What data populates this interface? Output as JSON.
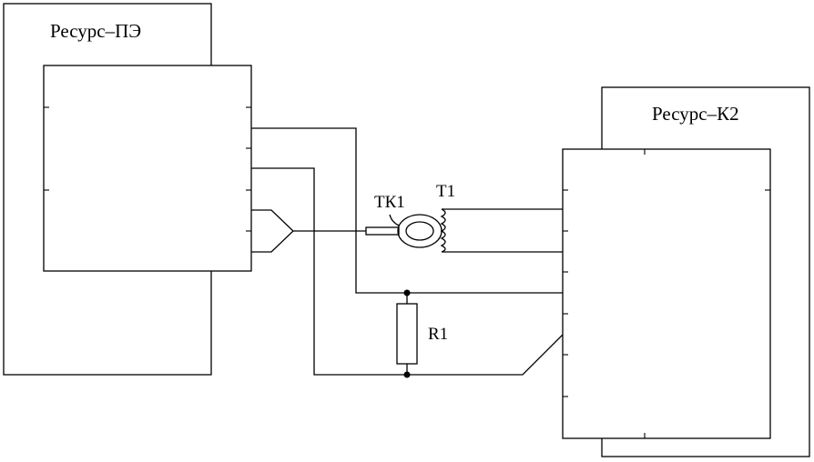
{
  "devices": {
    "left": {
      "name": "Ресурс–ПЭ"
    },
    "right": {
      "name": "Ресурс–К2"
    }
  },
  "components": {
    "current_clamp": {
      "label": "ТК1"
    },
    "transformer": {
      "label": "Т1"
    },
    "resistor": {
      "label": "R1"
    }
  }
}
